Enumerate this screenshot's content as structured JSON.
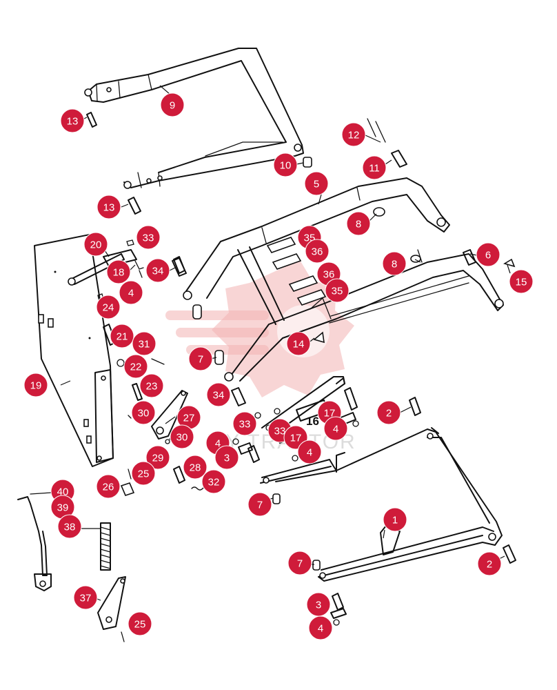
{
  "diagram": {
    "accent_color": "#cf1b3a",
    "watermark_color": "#f3b3b3",
    "watermark_text": "MY TRACTOR",
    "inline_label": "16",
    "callouts": [
      {
        "label": "9"
      },
      {
        "label": "13"
      },
      {
        "label": "12"
      },
      {
        "label": "11"
      },
      {
        "label": "10"
      },
      {
        "label": "5"
      },
      {
        "label": "13"
      },
      {
        "label": "8"
      },
      {
        "label": "20"
      },
      {
        "label": "33"
      },
      {
        "label": "35"
      },
      {
        "label": "36"
      },
      {
        "label": "6"
      },
      {
        "label": "18"
      },
      {
        "label": "34"
      },
      {
        "label": "8"
      },
      {
        "label": "15"
      },
      {
        "label": "36"
      },
      {
        "label": "4"
      },
      {
        "label": "35"
      },
      {
        "label": "24"
      },
      {
        "label": "21"
      },
      {
        "label": "14"
      },
      {
        "label": "31"
      },
      {
        "label": "7"
      },
      {
        "label": "22"
      },
      {
        "label": "19"
      },
      {
        "label": "23"
      },
      {
        "label": "34"
      },
      {
        "label": "17"
      },
      {
        "label": "2"
      },
      {
        "label": "30"
      },
      {
        "label": "27"
      },
      {
        "label": "33"
      },
      {
        "label": "4"
      },
      {
        "label": "33"
      },
      {
        "label": "30"
      },
      {
        "label": "4"
      },
      {
        "label": "17"
      },
      {
        "label": "4"
      },
      {
        "label": "3"
      },
      {
        "label": "29"
      },
      {
        "label": "25"
      },
      {
        "label": "28"
      },
      {
        "label": "26"
      },
      {
        "label": "32"
      },
      {
        "label": "40"
      },
      {
        "label": "7"
      },
      {
        "label": "39"
      },
      {
        "label": "38"
      },
      {
        "label": "1"
      },
      {
        "label": "7"
      },
      {
        "label": "2"
      },
      {
        "label": "37"
      },
      {
        "label": "3"
      },
      {
        "label": "25"
      },
      {
        "label": "4"
      }
    ]
  }
}
